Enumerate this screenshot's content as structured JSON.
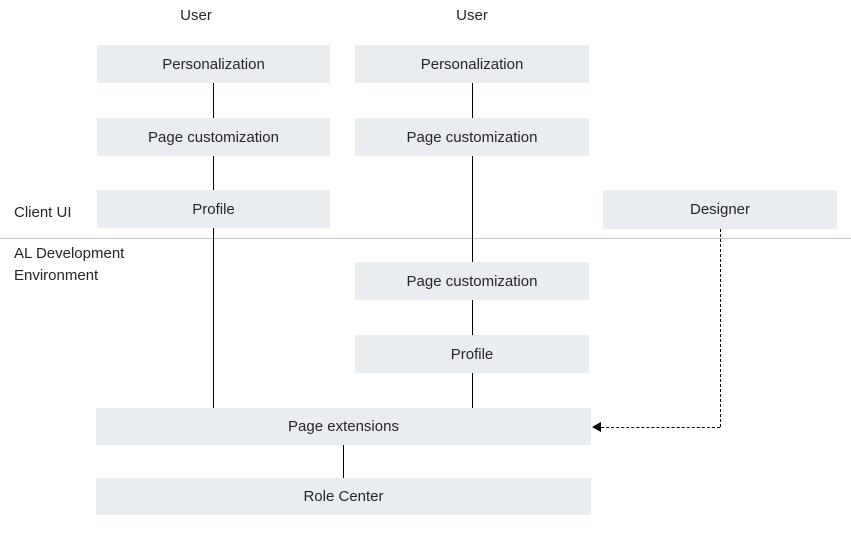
{
  "styles": {
    "box_fill": "#E9ECF0",
    "text_color": "#262626",
    "connector_color": "#000000",
    "divider_color": "#C9CCCE",
    "background": "#FFFFFF"
  },
  "headers": {
    "user_left": "User",
    "user_right": "User"
  },
  "section_labels": {
    "client_ui": "Client UI",
    "al_dev_env": "AL Development Environment"
  },
  "boxes": [
    {
      "id": "personalization-left",
      "label": "Personalization"
    },
    {
      "id": "page-customization-left",
      "label": "Page customization"
    },
    {
      "id": "profile-left",
      "label": "Profile"
    },
    {
      "id": "personalization-right",
      "label": "Personalization"
    },
    {
      "id": "page-customization-right-upper",
      "label": "Page customization"
    },
    {
      "id": "page-customization-right-lower",
      "label": "Page customization"
    },
    {
      "id": "profile-right",
      "label": "Profile"
    },
    {
      "id": "designer",
      "label": "Designer"
    },
    {
      "id": "page-extensions",
      "label": "Page extensions"
    },
    {
      "id": "role-center",
      "label": "Role Center"
    }
  ]
}
